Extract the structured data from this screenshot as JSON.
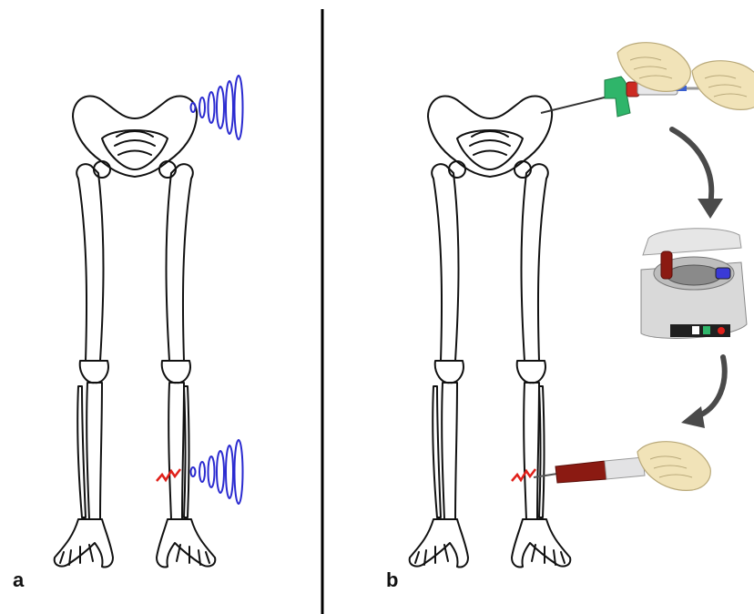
{
  "figure": {
    "panels": [
      {
        "label": "a",
        "content": "skeleton-with-ultrasound-waves"
      },
      {
        "label": "b",
        "content": "bone-marrow-aspiration-centrifuge-injection"
      }
    ],
    "colors": {
      "bone_outline": "#111111",
      "wave": "#2a2ad0",
      "fracture": "#e0201a",
      "divider": "#000000",
      "syringe_handle": "#2fb56a",
      "marrow": "#8b1a12",
      "skin": "#f1e3b8",
      "device": "#d9d9d9",
      "arrow": "#4a4a4a"
    },
    "icons": [
      "ultrasound-wave-icon",
      "syringe-icon",
      "hand-icon",
      "centrifuge-icon",
      "curved-arrow-icon"
    ]
  }
}
